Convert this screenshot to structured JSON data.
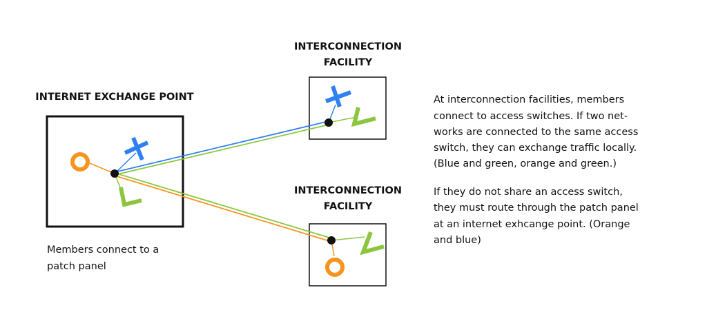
{
  "ixp": {
    "title": "INTERNET EXCHANGE POINT",
    "caption": [
      "Members connect to a",
      "patch panel"
    ]
  },
  "facility_top": {
    "title": [
      "INTERCONNECTION",
      "FACILITY"
    ]
  },
  "facility_bottom": {
    "title": [
      "INTERCONNECTION",
      "FACILITY"
    ]
  },
  "description": {
    "paragraph1": [
      "At interconnection facilities, members",
      "connect to access switches. If two net-",
      "works are connected to the same access",
      "switch, they can exchange traffic locally.",
      "(Blue and green, orange and green.)"
    ],
    "paragraph2": [
      "If they do not share an access switch,",
      "they must route through the patch panel",
      "at an internet exhcange point. (Orange",
      "and blue)"
    ]
  },
  "colors": {
    "blue": "#2f80f0",
    "green": "#8cc63f",
    "orange": "#f7941d",
    "black": "#111111"
  }
}
